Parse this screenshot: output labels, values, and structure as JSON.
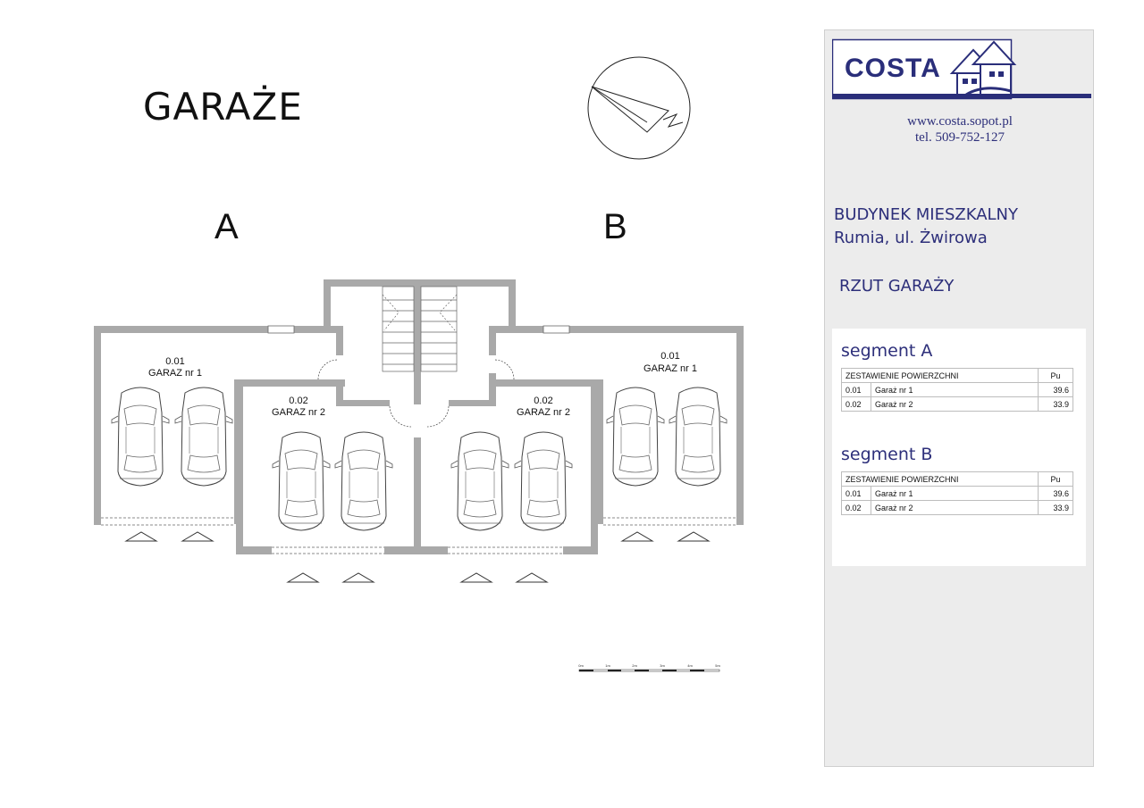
{
  "title": "GARAŻE",
  "segments": {
    "a_label": "A",
    "b_label": "B"
  },
  "rooms": {
    "a1_number": "0.01",
    "a1_name": "GARAZ nr 1",
    "a2_number": "0.02",
    "a2_name": "GARAZ nr 2",
    "b1_number": "0.01",
    "b1_name": "GARAZ nr 1",
    "b2_number": "0.02",
    "b2_name": "GARAZ nr 2"
  },
  "scale_bar": {
    "ticks": [
      "0m",
      "1m",
      "2m",
      "3m",
      "4m",
      "5m"
    ]
  },
  "panel": {
    "logo_text": "COSTA",
    "website": "www.costa.sopot.pl",
    "phone": "tel. 509-752-127",
    "building": "BUDYNEK MIESZKALNY",
    "address": "Rumia, ul. Żwirowa",
    "drawing_title": "RZUT GARAŻY",
    "colors": {
      "brand": "#2d2f7a",
      "panel_bg": "#ececec"
    },
    "icons": [
      "house-logo-icon"
    ]
  },
  "tables": [
    {
      "heading": "segment A",
      "header": "ZESTAWIENIE POWIERZCHNI",
      "unit": "Pu",
      "rows": [
        {
          "id": "0.01",
          "name": "Garaż nr 1",
          "area": "39.6"
        },
        {
          "id": "0.02",
          "name": "Garaż nr 2",
          "area": "33.9"
        }
      ]
    },
    {
      "heading": "segment B",
      "header": "ZESTAWIENIE POWIERZCHNI",
      "unit": "Pu",
      "rows": [
        {
          "id": "0.01",
          "name": "Garaż nr 1",
          "area": "39.6"
        },
        {
          "id": "0.02",
          "name": "Garaż nr 2",
          "area": "33.9"
        }
      ]
    }
  ]
}
